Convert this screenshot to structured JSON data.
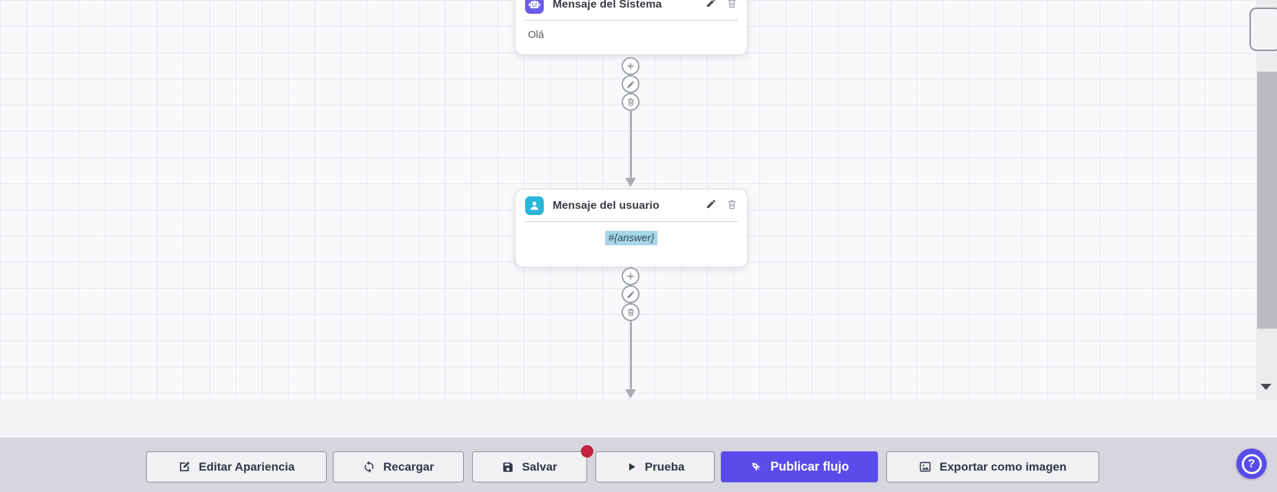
{
  "app": {
    "type": "chatbot-flow-editor"
  },
  "flow": {
    "nodes": [
      {
        "title": "Mensaje del Sistema",
        "body": "Olá",
        "icon": "robot-icon",
        "icon_color": "#6a5cea"
      },
      {
        "title": "Mensaje del usuario",
        "body": "#{answer}",
        "icon": "user-icon",
        "icon_color": "#2ab5da",
        "body_is_variable": true
      }
    ],
    "connector_actions": [
      {
        "name": "add-step",
        "icon": "plus-icon"
      },
      {
        "name": "edit-step",
        "icon": "pencil-icon"
      },
      {
        "name": "delete-step",
        "icon": "trash-icon"
      }
    ]
  },
  "toolbar": {
    "edit_appearance": "Editar Apariencia",
    "reload": "Recargar",
    "save": "Salvar",
    "test": "Prueba",
    "publish": "Publicar flujo",
    "export_image": "Exportar como imagen",
    "save_has_notification": true
  },
  "help_button": {
    "label": "?"
  },
  "colors": {
    "primary": "#5a4ceb",
    "system_icon": "#6a5cea",
    "user_icon": "#2ab5da",
    "variable_highlight": "#a7d6e8",
    "notification_badge": "#c2213f",
    "toolbar_bg": "#d6d6de",
    "canvas_bg": "#f9f9fb"
  }
}
